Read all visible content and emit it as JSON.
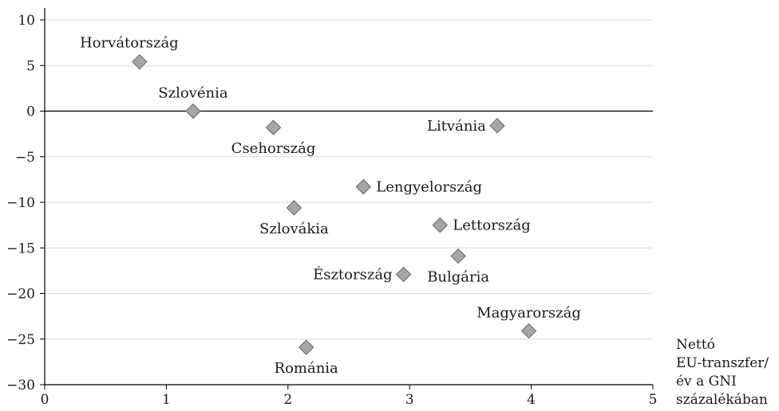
{
  "chart_data": {
    "type": "scatter",
    "title": "",
    "ylabel": "",
    "xlabel_lines": [
      "Nettó",
      "EU-transzfer/",
      "év a GNI",
      "százalékában"
    ],
    "xlim": [
      0,
      5
    ],
    "ylim": [
      -30,
      10
    ],
    "x_ticks": [
      0,
      1,
      2,
      3,
      4,
      5
    ],
    "y_ticks": [
      10,
      5,
      0,
      -5,
      -10,
      -15,
      -20,
      -25,
      -30
    ],
    "y_tick_labels": [
      "10",
      "5",
      "0",
      "−5",
      "−10",
      "−15",
      "−20",
      "−25",
      "−30"
    ],
    "grid": "horizontal",
    "reference_line_y": 0,
    "marker": "diamond",
    "marker_color": "#a6a6a6",
    "marker_edge_color": "#666666",
    "grid_color": "#d9d9d9",
    "points": [
      {
        "label": "Horvátország",
        "x": 0.78,
        "y": 5.4,
        "label_pos": "above-left"
      },
      {
        "label": "Szlovénia",
        "x": 1.22,
        "y": 0.0,
        "label_pos": "above"
      },
      {
        "label": "Csehország",
        "x": 1.88,
        "y": -1.8,
        "label_pos": "below"
      },
      {
        "label": "Litvánia",
        "x": 3.72,
        "y": -1.6,
        "label_pos": "left"
      },
      {
        "label": "Lengyelország",
        "x": 2.62,
        "y": -8.3,
        "label_pos": "right"
      },
      {
        "label": "Szlovákia",
        "x": 2.05,
        "y": -10.6,
        "label_pos": "below"
      },
      {
        "label": "Lettország",
        "x": 3.25,
        "y": -12.5,
        "label_pos": "right"
      },
      {
        "label": "Bulgária",
        "x": 3.4,
        "y": -15.9,
        "label_pos": "below"
      },
      {
        "label": "Észtország",
        "x": 2.95,
        "y": -17.9,
        "label_pos": "left"
      },
      {
        "label": "Magyarország",
        "x": 3.98,
        "y": -24.1,
        "label_pos": "above"
      },
      {
        "label": "Románia",
        "x": 2.15,
        "y": -25.9,
        "label_pos": "below"
      }
    ]
  }
}
